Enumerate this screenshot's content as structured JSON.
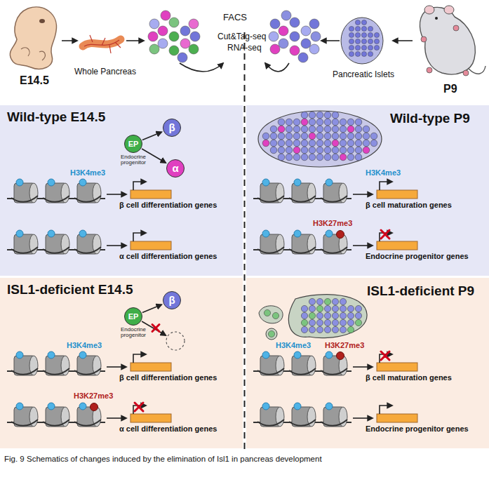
{
  "diagram": {
    "caption": "Fig. 9 Schematics of changes induced by the elimination of Isl1 in pancreas development",
    "nodes": [
      {
        "text": [
          "Wild-type E14.5"
        ]
      },
      {
        "text": [
          "EP",
          "Endocrine progenitor"
        ],
        "in": 0
      },
      {
        "text": [
          "β"
        ],
        "in": 0
      },
      {
        "text": [
          "α"
        ],
        "in": 0
      },
      {
        "text": [
          "Wild-type P9"
        ]
      },
      {
        "text": [
          "ISL1-deficient E14.5"
        ]
      },
      {
        "text": [
          "EP",
          "Endocrine progenitor"
        ],
        "in": 5
      },
      {
        "text": [
          "β"
        ],
        "in": 5
      },
      {
        "text": [
          "ISL1-deficient P9"
        ]
      }
    ],
    "edges": [
      {
        "from": 1,
        "to": 2,
        "arrow": "to"
      },
      {
        "from": 1,
        "to": 3,
        "arrow": "to"
      },
      {
        "from": 6,
        "to": 7,
        "arrow": "to"
      }
    ],
    "labels": [
      "E14.5",
      "Whole Pancreas",
      "FACS",
      "Cut&Tag-seq",
      "RNA-seq",
      "Pancreatic Islets",
      "P9",
      "H3K4me3",
      "β cell differentiation genes",
      "α cell differentiation genes",
      "H3K4me3",
      "β cell maturation genes",
      "H3K27me3",
      "Endocrine progenitor genes",
      "H3K4me3",
      "β cell differentiation genes",
      "H3K27me3",
      "α cell differentiation genes",
      "H3K4me3",
      "H3K27me3",
      "β cell maturation genes",
      "Endocrine progenitor genes"
    ]
  }
}
